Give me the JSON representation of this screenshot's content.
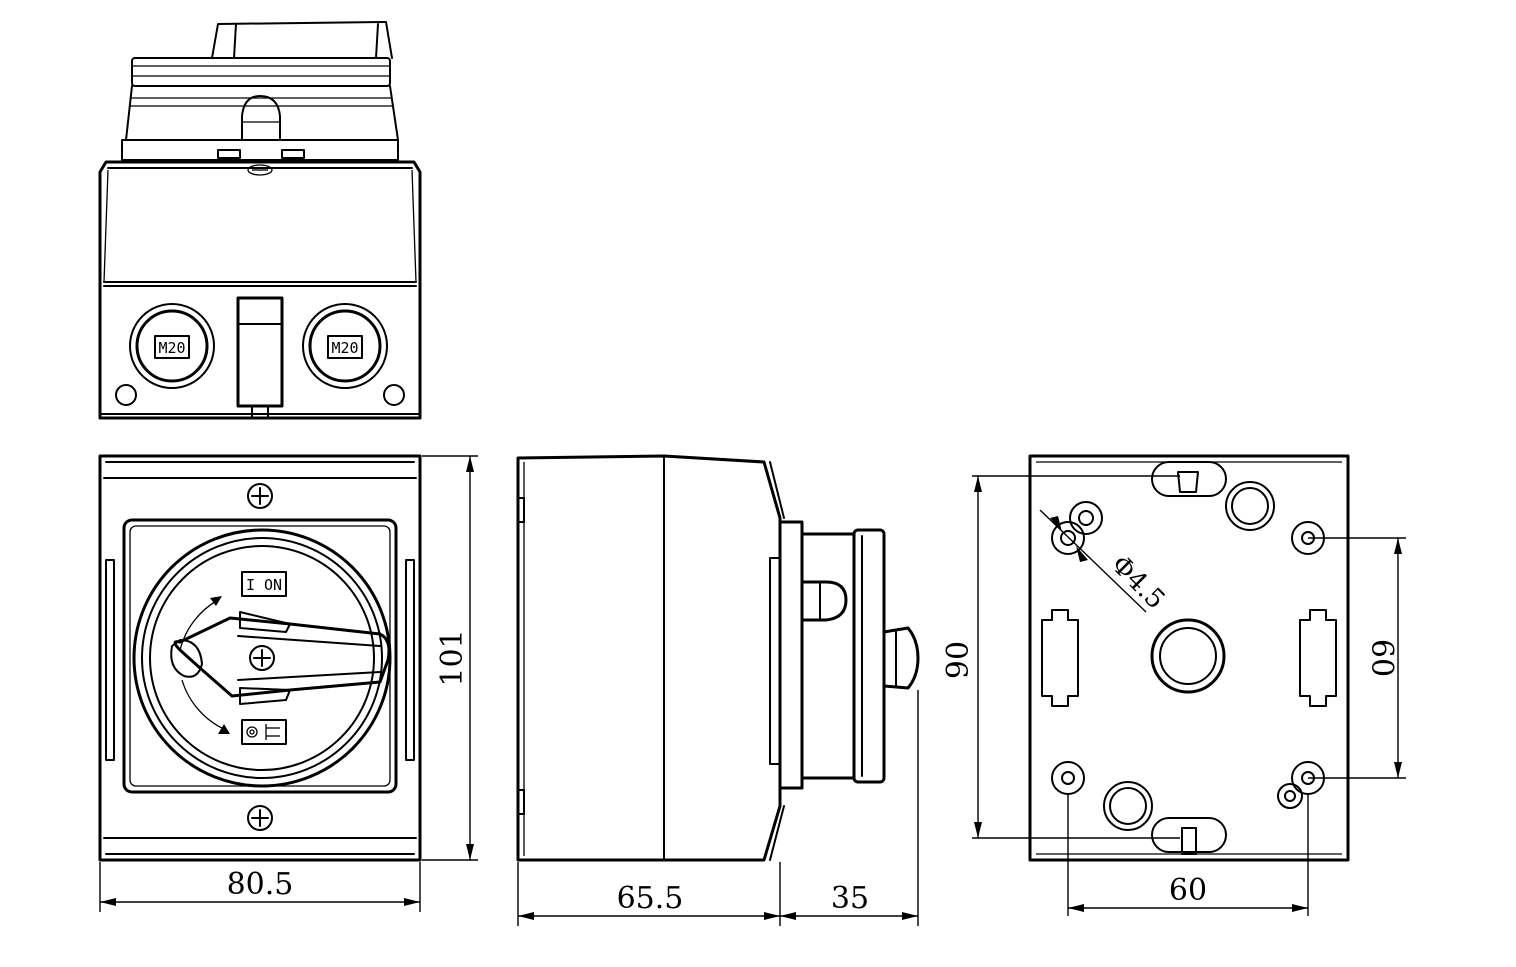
{
  "views": [
    "top-view",
    "front-view",
    "side-view",
    "rear-view"
  ],
  "gland_marks": [
    "M20",
    "M20"
  ],
  "switch_label_on": "I ON",
  "dimensions": {
    "front_width": "80.5",
    "front_height": "101",
    "side_depth": "65.5",
    "handle_depth": "35",
    "rear_hole_spacing_h": "60",
    "rear_hole_spacing_v": "60",
    "rear_height": "90",
    "hole_diameter": "Φ4.5"
  }
}
